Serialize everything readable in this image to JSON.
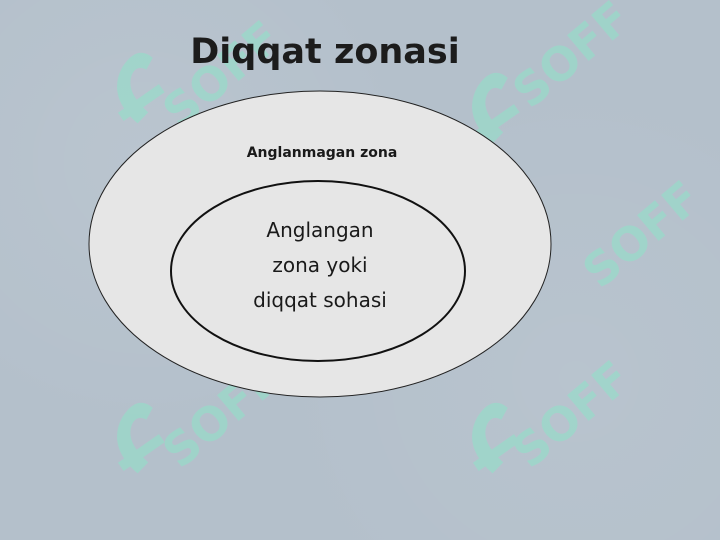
{
  "title": "Diqqat zonasi",
  "outer_zone": {
    "label": "Anglanmagan zona"
  },
  "inner_zone": {
    "lines": [
      "Anglangan",
      "zona yoki",
      "diqqat sohasi"
    ]
  },
  "watermark": {
    "text": "SOFF",
    "color": "#8fe3c9",
    "icon": "soff-logo-icon"
  },
  "colors": {
    "background": "#b4c0cb",
    "ellipse_fill": "#e6e6e6",
    "ellipse_stroke": "#222222"
  }
}
